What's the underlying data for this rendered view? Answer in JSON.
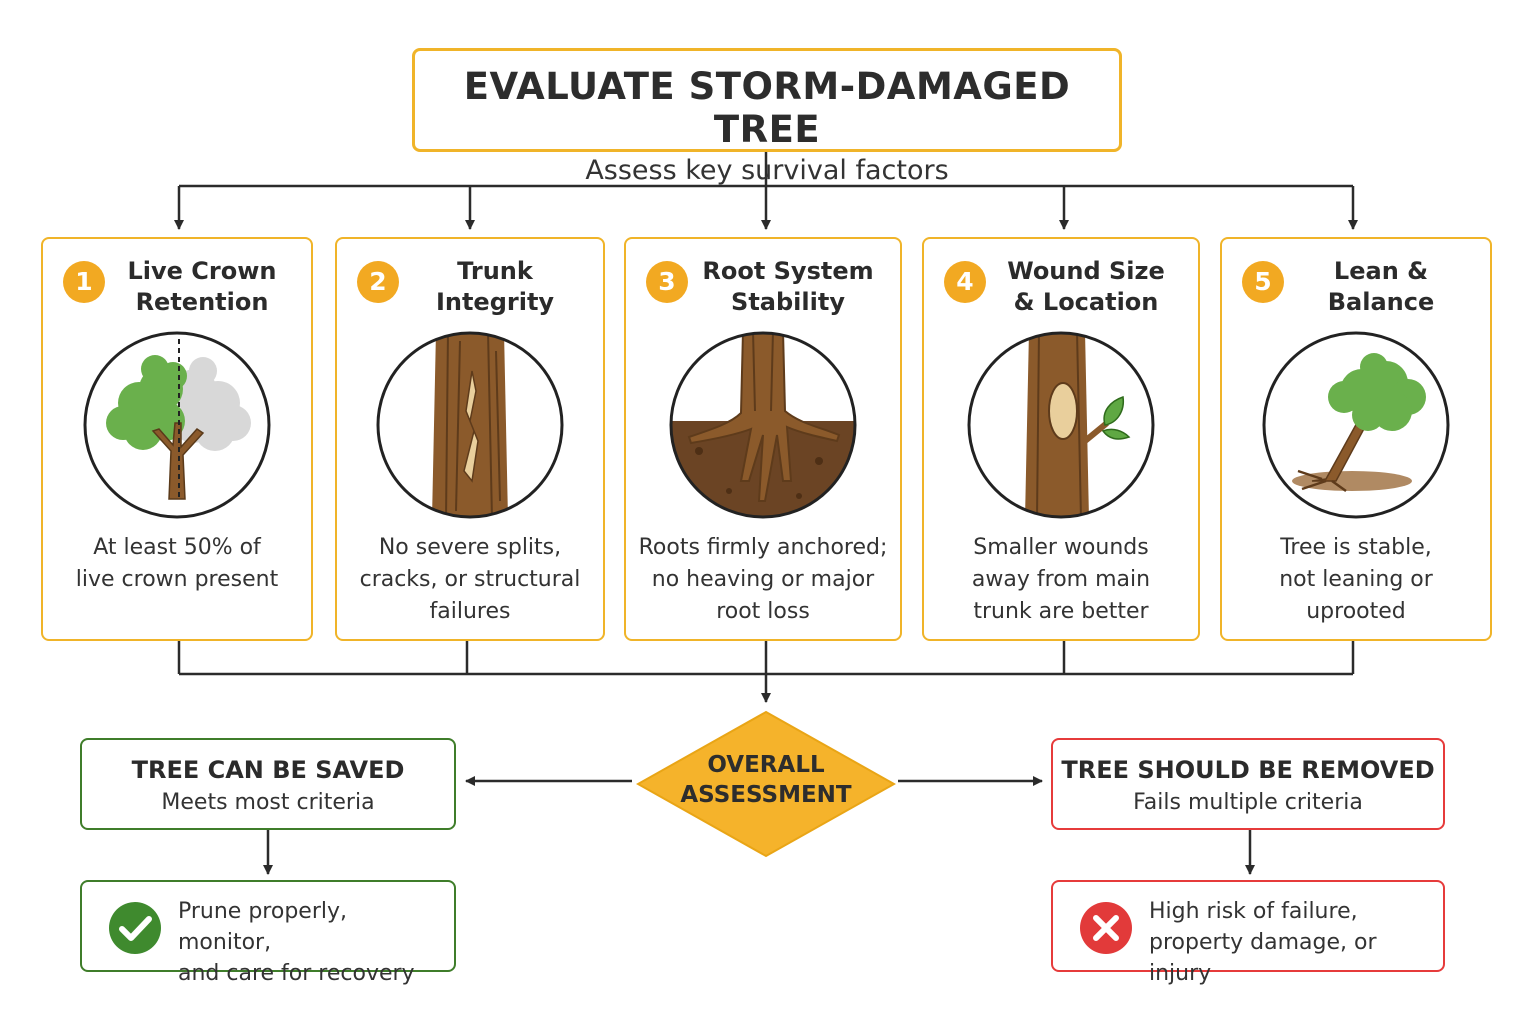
{
  "header": {
    "title": "EVALUATE STORM-DAMAGED TREE",
    "subtitle": "Assess key survival factors"
  },
  "factors": [
    {
      "number": "1",
      "title_line1": "Live Crown",
      "title_line2": "Retention",
      "desc_line1": "At least 50% of",
      "desc_line2": "live crown present",
      "desc_line3": "",
      "icon": "tree-half-crown-icon"
    },
    {
      "number": "2",
      "title_line1": "Trunk",
      "title_line2": "Integrity",
      "desc_line1": "No severe splits,",
      "desc_line2": "cracks, or structural",
      "desc_line3": "failures",
      "icon": "split-trunk-icon"
    },
    {
      "number": "3",
      "title_line1": "Root System",
      "title_line2": "Stability",
      "desc_line1": "Roots firmly anchored;",
      "desc_line2": "no heaving or major",
      "desc_line3": "root loss",
      "icon": "roots-icon"
    },
    {
      "number": "4",
      "title_line1": "Wound Size",
      "title_line2": "& Location",
      "desc_line1": "Smaller wounds",
      "desc_line2": "away from main",
      "desc_line3": "trunk are better",
      "icon": "trunk-wound-icon"
    },
    {
      "number": "5",
      "title_line1": "Lean &",
      "title_line2": "Balance",
      "desc_line1": "Tree is stable,",
      "desc_line2": "not leaning or",
      "desc_line3": "uprooted",
      "icon": "leaning-tree-icon"
    }
  ],
  "assessment": {
    "line1": "OVERALL",
    "line2": "ASSESSMENT"
  },
  "outcomes": {
    "saved": {
      "title": "TREE CAN BE SAVED",
      "subtitle": "Meets most criteria",
      "result_line1": "Prune properly, monitor,",
      "result_line2": "and care for recovery",
      "icon": "check-circle-icon"
    },
    "removed": {
      "title": "TREE SHOULD BE REMOVED",
      "subtitle": "Fails multiple criteria",
      "result_line1": "High risk of failure,",
      "result_line2": "property damage, or injury",
      "icon": "x-circle-icon"
    }
  },
  "colors": {
    "accent": "#f0b429",
    "badge": "#f2a922",
    "green": "#3f7d2a",
    "red": "#e63b3b",
    "line": "#2b2b2b"
  }
}
